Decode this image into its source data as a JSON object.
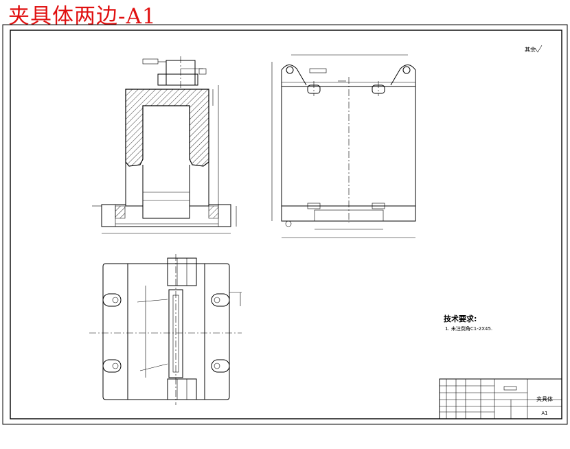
{
  "banner": {
    "title": "夹具体两边-A1"
  },
  "drawing": {
    "roughness_note": "其余",
    "tech_req": {
      "heading": "技术要求:",
      "items": [
        "1. 未注倒角C1-2X45."
      ]
    },
    "title_block": {
      "part_name": "夹具体",
      "sheet_size": "A1"
    }
  }
}
